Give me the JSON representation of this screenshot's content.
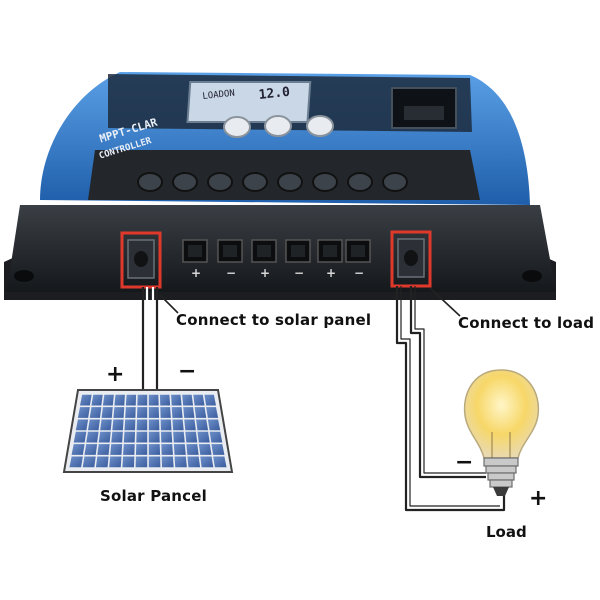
{
  "labels": {
    "solar_connect": "Connect to solar panel",
    "load_connect": "Connect to load",
    "solar_panel": "Solar Pancel",
    "load": "Load"
  },
  "polarity": {
    "panel_plus": "+",
    "panel_minus": "−",
    "bulb_minus": "−",
    "bulb_plus": "+"
  },
  "controller": {
    "brand_line_1": "MPPT-CLAR",
    "brand_line_2": "CONTROLLER",
    "lcd_text": "LOADON",
    "lcd_value": "12.0",
    "terminal_symbols": [
      "+",
      "−",
      "+",
      "−",
      "+",
      "−"
    ],
    "colors": {
      "body_blue": "#2e6fc0",
      "body_dark": "#1f2226",
      "highlight_box": "#e0392b"
    }
  }
}
